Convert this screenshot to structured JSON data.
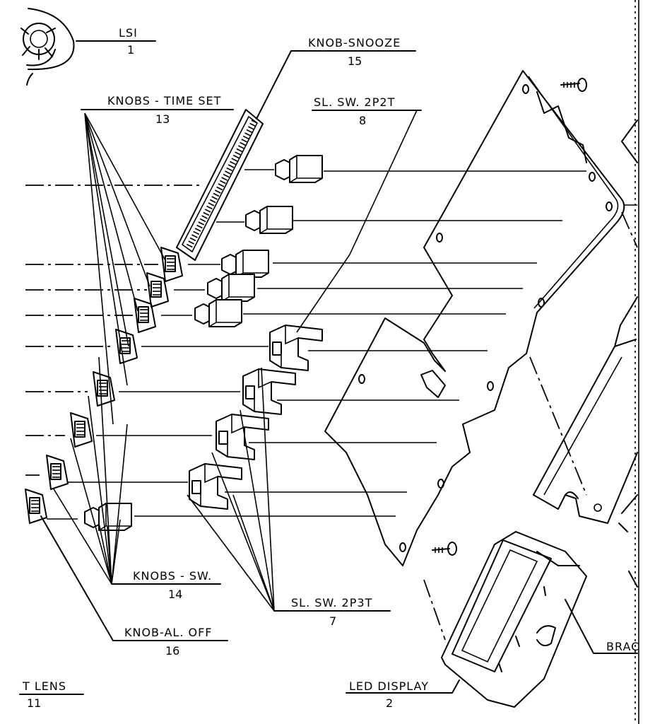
{
  "callouts": [
    {
      "id": "lsi",
      "name": "LSI",
      "number": "1"
    },
    {
      "id": "knob-snooze",
      "name": "KNOB-SNOOZE",
      "number": "15"
    },
    {
      "id": "knobs-time-set",
      "name": "KNOBS - TIME SET",
      "number": "13"
    },
    {
      "id": "sl-sw-2p2t",
      "name": "SL. SW. 2P2T",
      "number": "8"
    },
    {
      "id": "knobs-sw",
      "name": "KNOBS - SW.",
      "number": "14"
    },
    {
      "id": "sl-sw-2p3t",
      "name": "SL. SW. 2P3T",
      "number": "7"
    },
    {
      "id": "knob-al-off",
      "name": "KNOB-AL. OFF",
      "number": "16"
    },
    {
      "id": "t-lens",
      "name": "T LENS",
      "number": "11"
    },
    {
      "id": "led-display",
      "name": "LED DISPLAY",
      "number": "2"
    },
    {
      "id": "bracket",
      "name": "BRAC",
      "number": ""
    }
  ]
}
